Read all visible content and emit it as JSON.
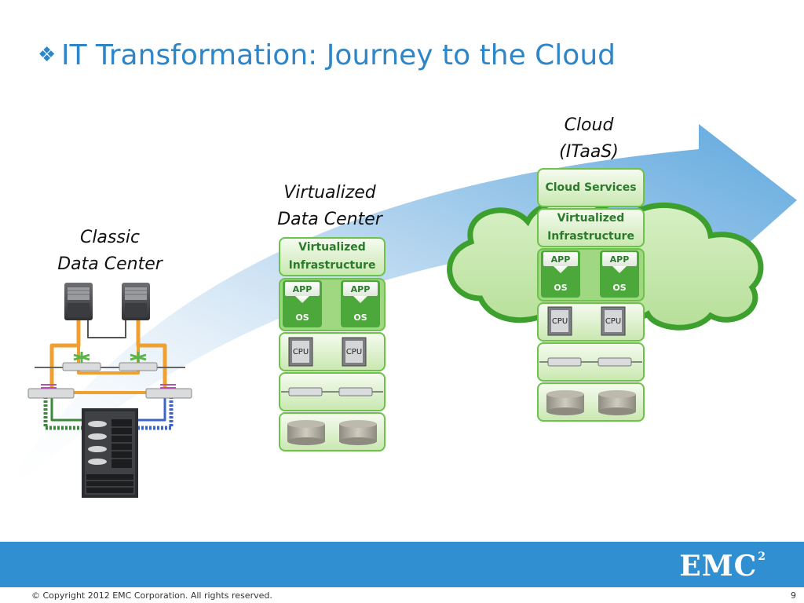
{
  "slide": {
    "bullet": "❖",
    "title": "IT Transformation: Journey to the Cloud",
    "page_number": "9"
  },
  "stages": {
    "classic": {
      "line1": "Classic",
      "line2": "Data Center"
    },
    "virtualized": {
      "line1": "Virtualized",
      "line2": "Data Center",
      "infra_line1": "Virtualized",
      "infra_line2": "Infrastructure"
    },
    "cloud": {
      "line1": "Cloud",
      "line2": "(ITaaS)",
      "services": "Cloud Services",
      "infra_line1": "Virtualized",
      "infra_line2": "Infrastructure"
    }
  },
  "icons": {
    "app": "APP",
    "os": "OS",
    "cpu": "CPU"
  },
  "footer": {
    "logo": "EMC",
    "logo_superscript": "2",
    "copyright": "© Copyright 2012 EMC Corporation. All rights reserved."
  },
  "colors": {
    "title_blue": "#2e86c8",
    "footer_blue": "#2f8fd1",
    "cloud_green": "#6cc24a",
    "label_green": "#2c7a2c",
    "arrow_blue": "#5fa8de"
  }
}
